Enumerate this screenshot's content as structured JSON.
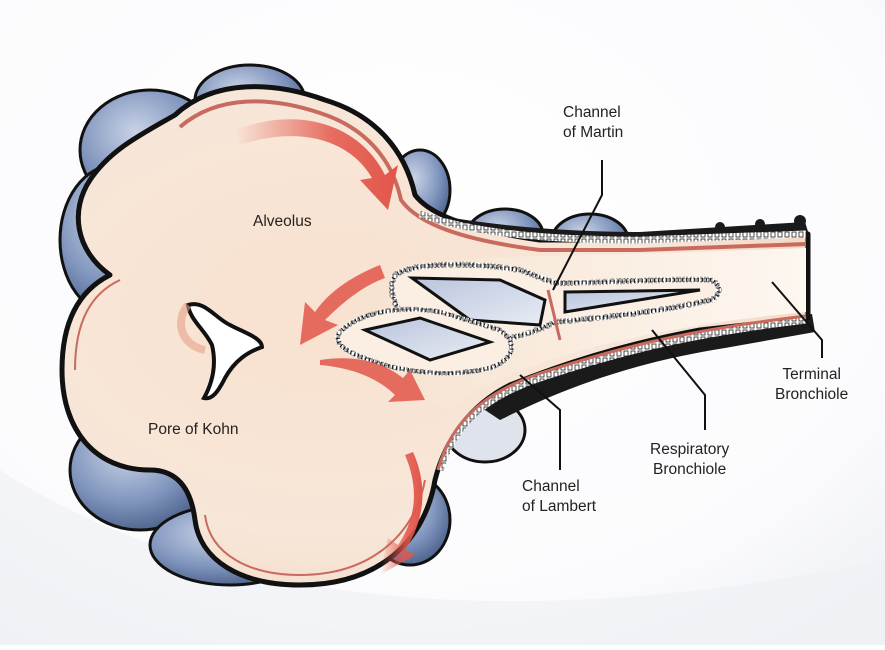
{
  "labels": {
    "alveolus": "Alveolus",
    "pore_of_kohn": "Pore of Kohn",
    "channel_of_martin": [
      "Channel",
      "of Martin"
    ],
    "channel_of_lambert": [
      "Channel",
      "of Lambert"
    ],
    "respiratory_bronchiole": [
      "Respiratory",
      "Bronchiole"
    ],
    "terminal_bronchiole": [
      "Terminal",
      "Bronchiole"
    ]
  },
  "colors": {
    "lumen": "#f7e6d6",
    "outline": "#111111",
    "wall_red": "#c96a5e",
    "vessel_blue": "#5f7aa6",
    "arrow_red": "#e2564a"
  }
}
